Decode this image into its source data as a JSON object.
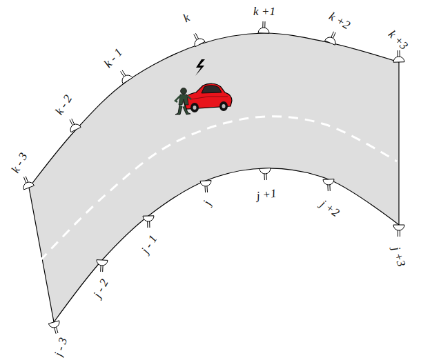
{
  "diagram": {
    "labels": [
      "k - 3",
      "k - 2",
      "k - 1",
      "k",
      "k +1",
      "k +2",
      "k +3",
      "j - 3",
      "j - 2",
      "j - 1",
      "j",
      "j +1",
      "j +2",
      "j +3"
    ]
  }
}
